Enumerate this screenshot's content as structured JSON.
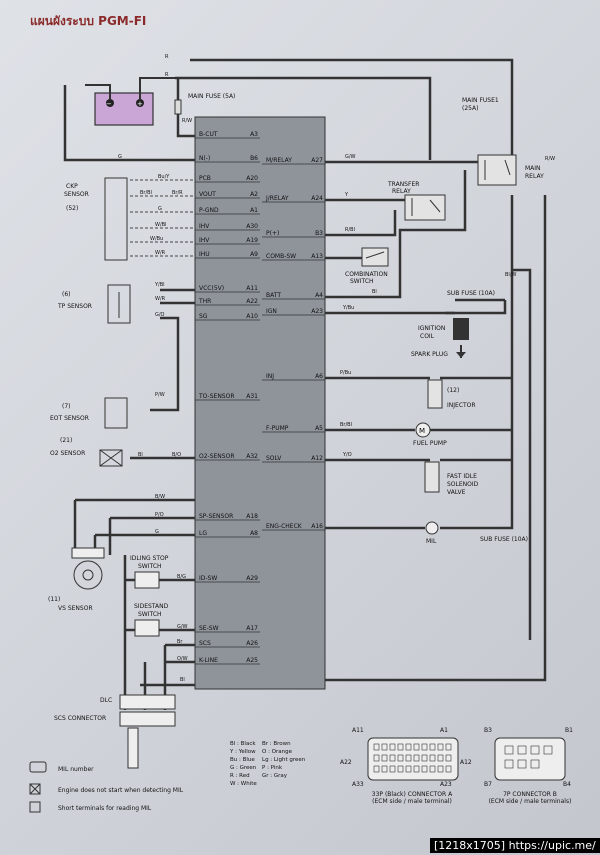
{
  "title": "แผนผังระบบ PGM-FI",
  "watermark": "[1218x1705] https://upic.me/",
  "ecm_pins": [
    {
      "name": "B-CUT",
      "pin": "A3"
    },
    {
      "name": "N(-)",
      "pin": "B6"
    },
    {
      "name": "PCB",
      "pin": "A20"
    },
    {
      "name": "VOUT",
      "pin": "A2"
    },
    {
      "name": "P-GND",
      "pin": "A1"
    },
    {
      "name": "IHV",
      "pin": "A30"
    },
    {
      "name": "IHV",
      "pin": "A19"
    },
    {
      "name": "IHU",
      "pin": "A9"
    },
    {
      "name": "VCC(5V)",
      "pin": "A11"
    },
    {
      "name": "THR",
      "pin": "A22"
    },
    {
      "name": "SG",
      "pin": "A10"
    },
    {
      "name": "TO-SENSOR",
      "pin": "A31"
    },
    {
      "name": "O2-SENSOR",
      "pin": "A32"
    },
    {
      "name": "SP-SENSOR",
      "pin": "A18"
    },
    {
      "name": "LG",
      "pin": "A8"
    },
    {
      "name": "ID-SW",
      "pin": "A29"
    },
    {
      "name": "SE-SW",
      "pin": "A17"
    },
    {
      "name": "SCS",
      "pin": "A26"
    },
    {
      "name": "K-LINE",
      "pin": "A25"
    }
  ],
  "ecm_right_pins": [
    {
      "name": "M/RELAY",
      "pin": "A27"
    },
    {
      "name": "J/RELAY",
      "pin": "A24"
    },
    {
      "name": "P(+)",
      "pin": "B3"
    },
    {
      "name": "COMB-SW",
      "pin": "A13"
    },
    {
      "name": "BATT",
      "pin": "A4"
    },
    {
      "name": "IGN",
      "pin": "A23"
    },
    {
      "name": "INJ",
      "pin": "A6"
    },
    {
      "name": "F-PUMP",
      "pin": "A5"
    },
    {
      "name": "SOLV",
      "pin": "A12"
    },
    {
      "name": "ENG-CHECK",
      "pin": "A16"
    }
  ],
  "components": {
    "main_fuse": "MAIN FUSE (5A)",
    "main_fuse1": "MAIN FUSE1",
    "main_fuse1_rating": "(25A)",
    "main_relay": "MAIN",
    "main_relay2": "RELAY",
    "transfer_relay": "TRANSFER",
    "transfer_relay2": "RELAY",
    "combination_switch": "COMBINATION",
    "combination_switch2": "SWITCH",
    "sub_fuse_top": "SUB FUSE (10A)",
    "ignition_coil": "IGNITION",
    "ignition_coil2": "COIL",
    "spark_plug": "SPARK PLUG",
    "injector_num": "(12)",
    "injector": "INJECTOR",
    "fuel_pump": "FUEL PUMP",
    "fast_idle1": "FAST IDLE",
    "fast_idle2": "SOLENOID",
    "fast_idle3": "VALVE",
    "mil": "MIL",
    "sub_fuse_bottom": "SUB FUSE (10A)",
    "ckp_sensor": "CKP",
    "ckp_sensor2": "SENSOR",
    "ckp_num": "(52)",
    "tp_num": "(6)",
    "tp_sensor": "TP SENSOR",
    "eot_num": "(7)",
    "eot_sensor": "EOT SENSOR",
    "o2_num": "(21)",
    "o2_sensor": "O2 SENSOR",
    "idling_stop1": "IDLING STOP",
    "idling_stop2": "SWITCH",
    "vs_num": "(11)",
    "vs_sensor": "VS SENSOR",
    "sidestand1": "SIDESTAND",
    "sidestand2": "SWITCH",
    "dlc": "DLC",
    "scs_connector": "SCS CONNECTOR",
    "m_fuse_mark": "M"
  },
  "wire_colors": {
    "w1": "R",
    "w2": "R",
    "w3": "R/W",
    "w4": "G",
    "w5": "G/W",
    "w6": "Y",
    "w7": "R/Bl",
    "w8": "Bl",
    "w9": "Y/Bu",
    "w10": "P/Bu",
    "w11": "Br/Bl",
    "w12": "Y/O",
    "w13": "Bl/W",
    "w14": "Bu/Y",
    "w15": "Br/Bl",
    "w16": "Br/R",
    "w17": "G",
    "w18": "W/Bl",
    "w19": "W/Bu",
    "w20": "W/R",
    "w21": "Y/Bl",
    "w22": "W/R",
    "w23": "G/O",
    "w24": "P/W",
    "w25": "Bl",
    "w26": "B/O",
    "w27": "B/W",
    "w28": "P/O",
    "w29": "G",
    "w30": "B/G",
    "w31": "G/W",
    "w32": "Br",
    "w33": "O/W",
    "w34": "Bl",
    "w35": "R/W"
  },
  "legend": {
    "mil_number": "MIL number",
    "no_start": "Engine does not start when detecting MIL",
    "short": "Short terminals for reading MIL",
    "colors": [
      "Bl : Black",
      "Y : Yellow",
      "Bu : Blue",
      "G : Green",
      "R : Red",
      "W : White",
      "Br : Brown",
      "O : Orange",
      "Lg : Light green",
      "P : Pink",
      "Gr : Gray"
    ]
  },
  "connector_a": {
    "pins": [
      "A11",
      "A1",
      "A22",
      "A12",
      "A33",
      "A23"
    ],
    "label1": "33P (Black) CONNECTOR A",
    "label2": "(ECM side / male terminal)"
  },
  "connector_b": {
    "pins": [
      "B3",
      "B1",
      "B7",
      "B4"
    ],
    "label1": "7P CONNECTOR B",
    "label2": "(ECM side / male terminals)"
  }
}
